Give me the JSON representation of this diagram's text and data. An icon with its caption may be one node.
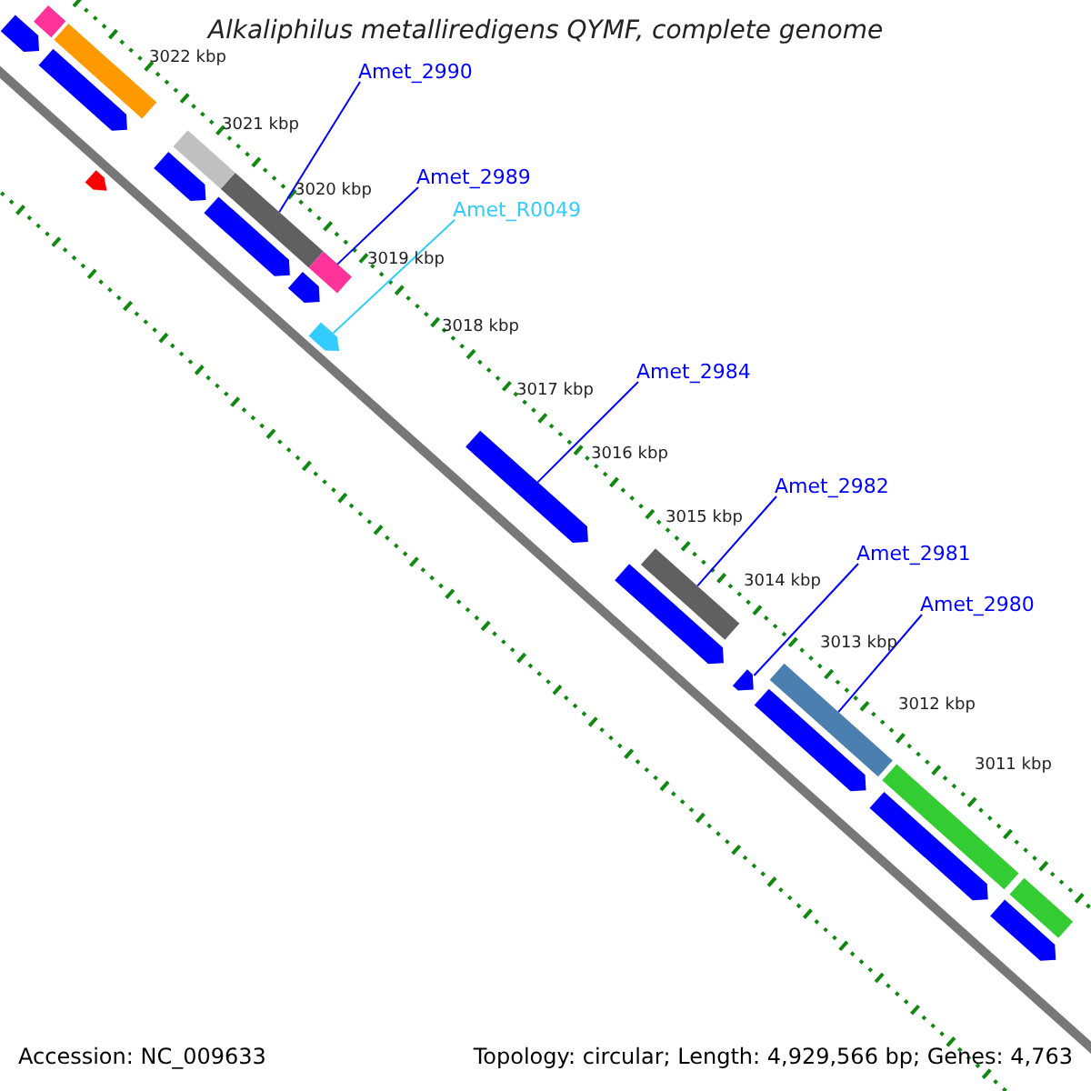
{
  "diagram": {
    "title": "Alkaliphilus metalliredigens QYMF, complete genome",
    "nodes": [
      {
        "text": [
          "Amet_2990"
        ]
      },
      {
        "text": [
          "Amet_2989"
        ]
      },
      {
        "text": [
          "Amet_R0049"
        ]
      },
      {
        "text": [
          "Amet_2984"
        ]
      },
      {
        "text": [
          "Amet_2982"
        ]
      },
      {
        "text": [
          "Amet_2981"
        ]
      },
      {
        "text": [
          "Amet_2980"
        ]
      },
      {
        "text": [],
        "shape": "bar"
      },
      {
        "text": [],
        "shape": "bar"
      },
      {
        "text": [],
        "shape": "bar"
      },
      {
        "text": [],
        "shape": "bar"
      },
      {
        "text": [],
        "shape": "bar"
      },
      {
        "text": [],
        "shape": "bar"
      },
      {
        "text": [],
        "shape": "bar"
      },
      {
        "text": [],
        "shape": "bar"
      },
      {
        "text": [],
        "shape": "bar"
      },
      {
        "text": [],
        "shape": "bar"
      },
      {
        "text": [],
        "shape": "bar"
      },
      {
        "text": [],
        "shape": "bar"
      },
      {
        "text": [],
        "shape": "bar"
      },
      {
        "text": [],
        "shape": "bar"
      },
      {
        "text": [],
        "shape": "bar"
      },
      {
        "text": [],
        "shape": "bar"
      },
      {
        "text": [],
        "shape": "bar"
      },
      {
        "text": [],
        "shape": "bar"
      },
      {
        "text": [],
        "shape": "bar"
      },
      {
        "text": [],
        "shape": "bar"
      },
      {
        "text": [],
        "shape": "bar"
      },
      {
        "text": [],
        "shape": "bar"
      }
    ],
    "edges": [
      {
        "from": 0,
        "to": 7,
        "arrow": "none"
      },
      {
        "from": 1,
        "to": 8,
        "arrow": "none"
      },
      {
        "from": 2,
        "to": 9,
        "arrow": "none",
        "color": "#33ccff"
      },
      {
        "from": 3,
        "to": 10,
        "arrow": "none"
      },
      {
        "from": 4,
        "to": 11,
        "arrow": "none"
      },
      {
        "from": 5,
        "to": 12,
        "arrow": "none"
      },
      {
        "from": 6,
        "to": 13,
        "arrow": "none"
      }
    ],
    "labels": [
      "3022 kbp",
      "3021 kbp",
      "3020 kbp",
      "3019 kbp",
      "3018 kbp",
      "3017 kbp",
      "3016 kbp",
      "3015 kbp",
      "3014 kbp",
      "3013 kbp",
      "3012 kbp",
      "3011 kbp",
      "Accession: NC_009633",
      "Topology: circular; Length: 4,929,566 bp; Genes: 4,763"
    ]
  }
}
